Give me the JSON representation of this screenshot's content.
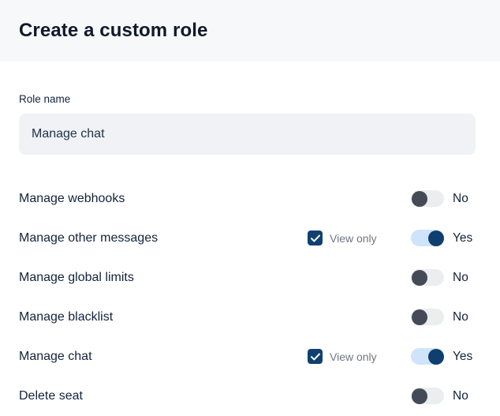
{
  "header": {
    "title": "Create a custom role"
  },
  "form": {
    "role_name_label": "Role name",
    "role_name_value": "Manage chat",
    "role_name_placeholder": "Role name"
  },
  "labels": {
    "view_only": "View only",
    "yes": "Yes",
    "no": "No"
  },
  "colors": {
    "header_bg": "#f6f8fa",
    "text": "#13233b",
    "input_bg": "#f0f2f5",
    "checkbox_navy": "#104071",
    "toggle_off_track": "#ebedef",
    "toggle_off_knob": "#454b56",
    "toggle_on_track": "#cfe3fa",
    "toggle_on_knob": "#0f3f70",
    "muted_text": "#6e7784"
  },
  "permissions": [
    {
      "label": "Manage webhooks",
      "has_view_only": false,
      "view_only_label": "View only",
      "view_only_checked": false,
      "enabled": false,
      "state_label": "No"
    },
    {
      "label": "Manage other messages",
      "has_view_only": true,
      "view_only_label": "View only",
      "view_only_checked": true,
      "enabled": true,
      "state_label": "Yes"
    },
    {
      "label": "Manage global limits",
      "has_view_only": false,
      "view_only_label": "View only",
      "view_only_checked": false,
      "enabled": false,
      "state_label": "No"
    },
    {
      "label": "Manage blacklist",
      "has_view_only": false,
      "view_only_label": "View only",
      "view_only_checked": false,
      "enabled": false,
      "state_label": "No"
    },
    {
      "label": "Manage chat",
      "has_view_only": true,
      "view_only_label": "View only",
      "view_only_checked": true,
      "enabled": true,
      "state_label": "Yes"
    },
    {
      "label": "Delete seat",
      "has_view_only": false,
      "view_only_label": "View only",
      "view_only_checked": false,
      "enabled": false,
      "state_label": "No"
    }
  ]
}
